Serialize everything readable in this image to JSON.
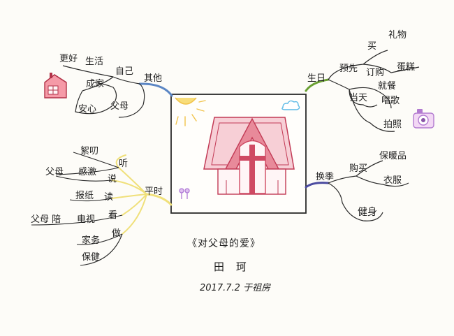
{
  "title": "《对父母的爱》",
  "author": "田 珂",
  "date": "2017.7.2 于祖房",
  "colors": {
    "ink": "#1e1e1e",
    "center_frame": "#2a2a2a",
    "house_roof": "#e88a9a",
    "house_wall": "#cf4a63",
    "house_outline": "#c23a55",
    "sun": "#f1c34a",
    "cloud": "#59b9e6",
    "branch_other": "#5b86c4",
    "branch_birthday": "#6aa032",
    "branch_season": "#4b4ba0",
    "branch_weekday": "#f0e07a",
    "camera_body": "#b27ad0",
    "flower": "#b07ad6"
  },
  "branches": {
    "other": {
      "label": "其他",
      "self": "自己",
      "success": "成家",
      "better": "更好",
      "life": "生活",
      "reassure": "安心",
      "parents": "父母"
    },
    "birthday": {
      "label": "生日",
      "advance": "预先",
      "buy": "买",
      "gift": "礼物",
      "order": "订购",
      "cake": "蛋糕",
      "that_day": "当天",
      "dinner": "就餐",
      "sing": "唱歌",
      "photo": "拍照"
    },
    "season": {
      "label": "换季",
      "purchase": "购买",
      "health_products": "保暖品",
      "clothes": "衣服",
      "fitness": "健身"
    },
    "weekday": {
      "label": "平时",
      "listen": "听",
      "nag": "絮叨",
      "parents": "父母",
      "thanks": "感激",
      "say": "说",
      "read": "读",
      "newspaper": "报纸",
      "watch": "看",
      "accompany": "父母 陪",
      "tv": "电视",
      "do": "做",
      "housework": "家务",
      "care": "保健"
    }
  }
}
